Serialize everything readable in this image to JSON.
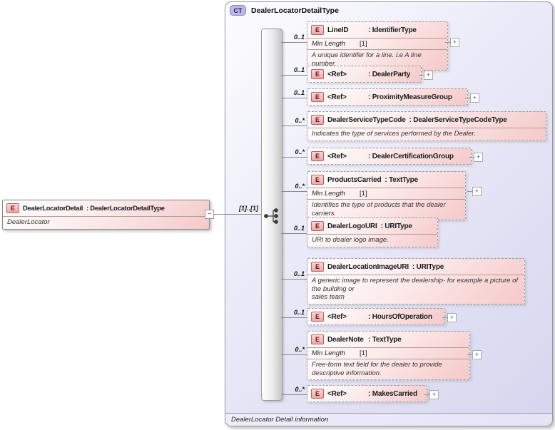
{
  "diagram": {
    "root_element": {
      "badge": "E",
      "name": "DealerLocatorDetail",
      "type_label": ": DealerLocatorDetailType",
      "annotation": "DealerLocator"
    },
    "connector": {
      "occurs_label": "[1]..[1]"
    },
    "complex_type": {
      "badge": "CT",
      "title": "DealerLocatorDetailType",
      "footer": "DealerLocator Detail information"
    },
    "icons": {
      "expand": "+",
      "collapse": "−"
    },
    "colors": {
      "element_fill": "#f5c9c9",
      "container_fill": "#e9e9f8",
      "badge_element": "#f3a6a6",
      "badge_complex_type": "#b9b9ea"
    },
    "elements": [
      {
        "badge": "E",
        "occurs": "0..1",
        "name": "LineID",
        "type_label": ": IdentifierType",
        "facet_name": "Min Length",
        "facet_value": "[1]",
        "annotation": "A unique identifer for a line. i.e A line number."
      },
      {
        "badge": "E",
        "occurs": "0..1",
        "name": "<Ref>",
        "type_label": ": DealerParty"
      },
      {
        "badge": "E",
        "occurs": "0..1",
        "name": "<Ref>",
        "type_label": ": ProximityMeasureGroup"
      },
      {
        "badge": "E",
        "occurs": "0..*",
        "name": "DealerServiceTypeCode",
        "type_label": ": DealerServiceTypeCodeType",
        "annotation": "Indicates the type of services performed by the Dealer."
      },
      {
        "badge": "E",
        "occurs": "0..*",
        "name": "<Ref>",
        "type_label": ": DealerCertificationGroup"
      },
      {
        "badge": "E",
        "occurs": "0..*",
        "name": "ProductsCarried",
        "type_label": ": TextType",
        "facet_name": "Min Length",
        "facet_value": "[1]",
        "annotation": "Identifies the type of products that the dealer carriers."
      },
      {
        "badge": "E",
        "occurs": "0..1",
        "name": "DealerLogoURI",
        "type_label": ": URIType",
        "annotation": "URI to dealer logo image."
      },
      {
        "badge": "E",
        "occurs": "0..1",
        "name": "DealerLocationImageURI",
        "type_label": ": URIType",
        "annotation": "A generic image to represent the dealership- for example a picture of the building or\nsales team"
      },
      {
        "badge": "E",
        "occurs": "0..1",
        "name": "<Ref>",
        "type_label": ": HoursOfOperation"
      },
      {
        "badge": "E",
        "occurs": "0..*",
        "name": "DealerNote",
        "type_label": ": TextType",
        "facet_name": "Min Length",
        "facet_value": "[1]",
        "annotation": "Free-form text field for the dealer to provide descriptive information."
      },
      {
        "badge": "E",
        "occurs": "0..*",
        "name": "<Ref>",
        "type_label": ": MakesCarried"
      }
    ]
  }
}
